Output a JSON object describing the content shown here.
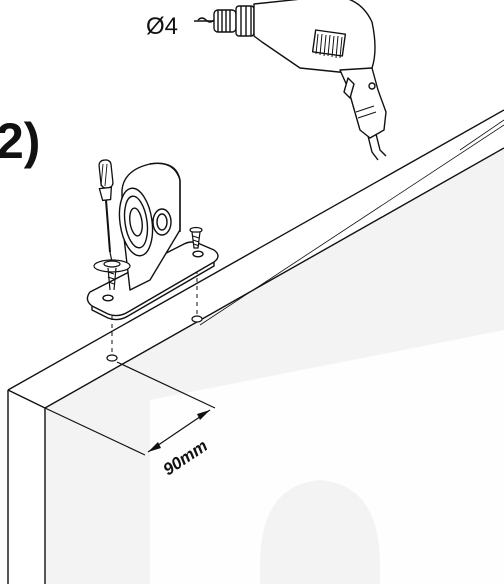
{
  "diagram": {
    "step_label": "2)",
    "drill_bit_label": "Ø4",
    "dimension_label": "90mm"
  },
  "colors": {
    "line": "#111111",
    "panel_fill": "#f3f3f3",
    "panel_highlight": "#ffffff",
    "paper": "#ffffff"
  },
  "icons": [
    "power-drill-icon",
    "screwdriver-icon",
    "roller-bracket-icon",
    "screw-icon"
  ]
}
